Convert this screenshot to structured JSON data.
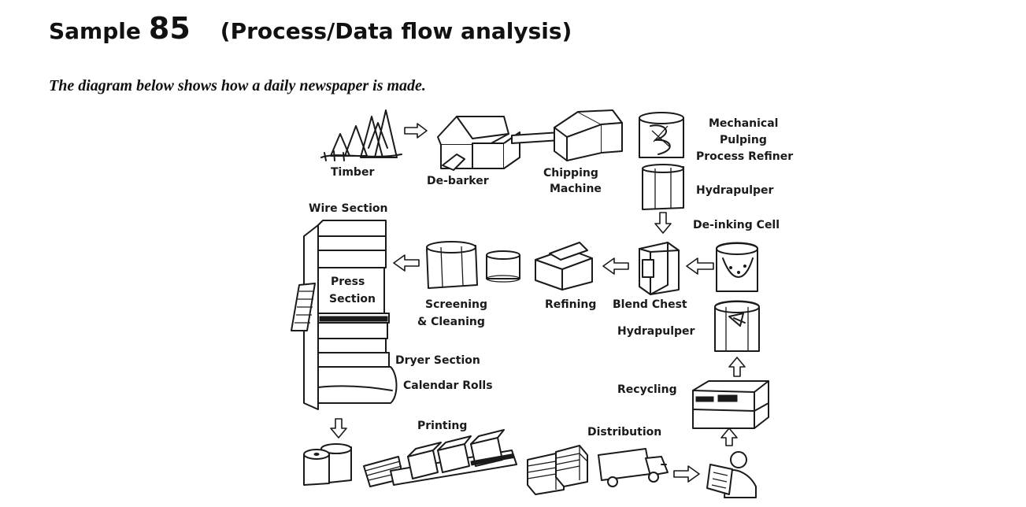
{
  "heading": {
    "word": "Sample",
    "number": "85",
    "subtitle": "(Process/Data flow analysis)"
  },
  "intro": "The diagram below shows how a daily newspaper is made.",
  "stages": {
    "timber": "Timber",
    "debarker": "De-barker",
    "chipping_1": "Chipping",
    "chipping_2": "Machine",
    "refiner_1": "Mechanical",
    "refiner_2": "Pulping",
    "refiner_3": "Process Refiner",
    "hydrapulper_top": "Hydrapulper",
    "deinking": "De-inking Cell",
    "blend_chest": "Blend Chest",
    "refining": "Refining",
    "screening_1": "Screening",
    "screening_2": "& Cleaning",
    "wire_section": "Wire Section",
    "press_1": "Press",
    "press_2": "Section",
    "dryer_section": "Dryer Section",
    "calendar_rolls": "Calendar Rolls",
    "hydrapulper_bottom": "Hydrapulper",
    "recycling": "Recycling",
    "printing": "Printing",
    "distribution": "Distribution"
  }
}
